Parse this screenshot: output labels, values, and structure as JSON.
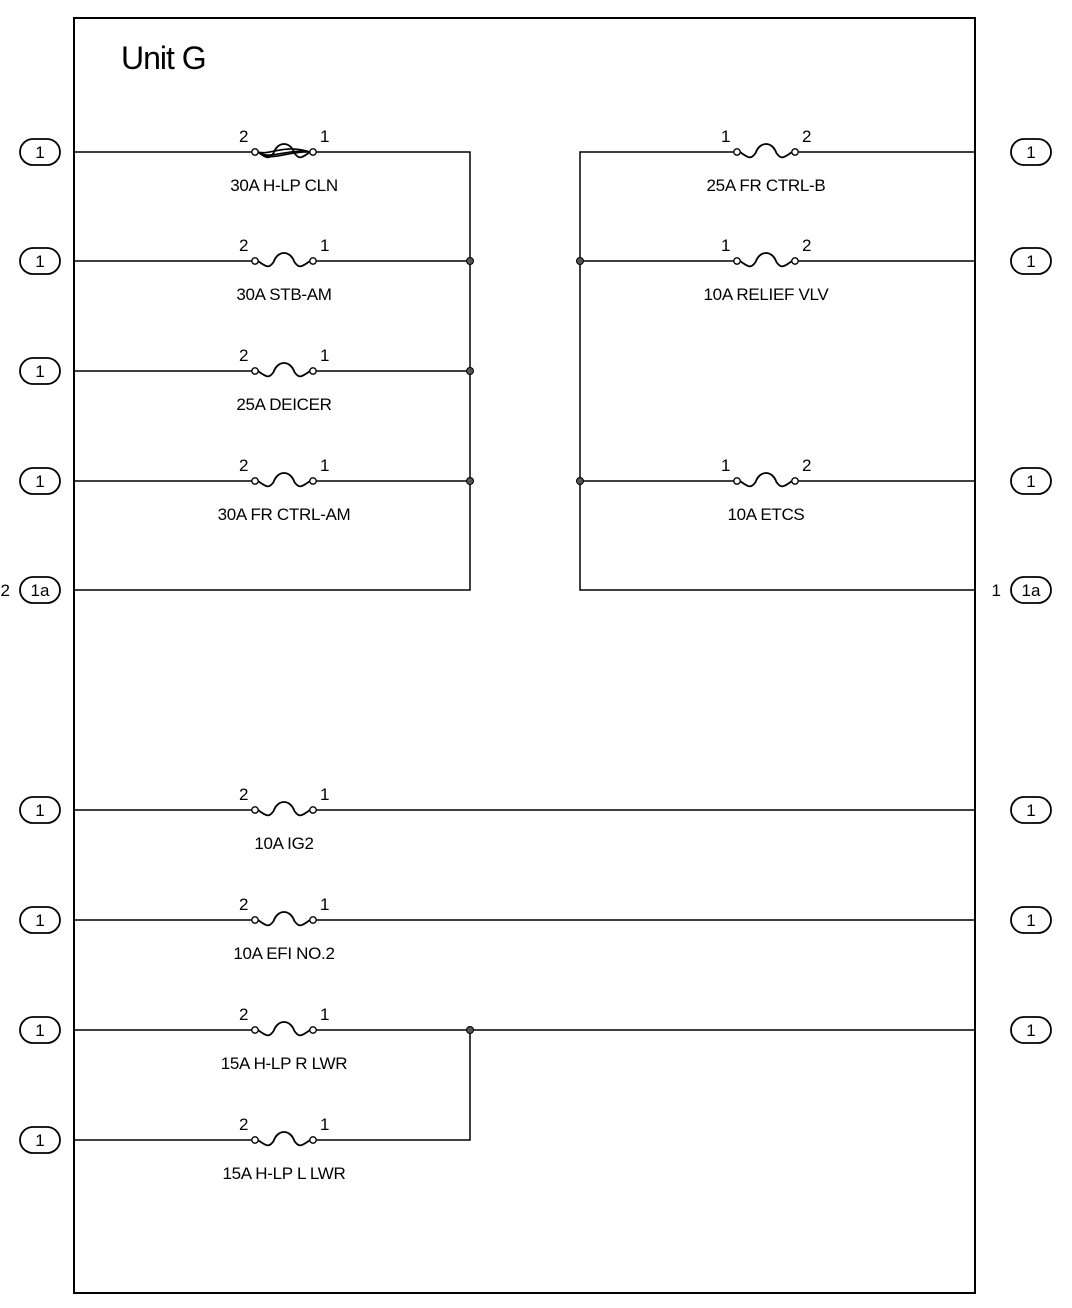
{
  "unit_title": "Unit G",
  "fuse_pin_labels": {
    "one": "1",
    "two": "2"
  },
  "fuses": [
    {
      "id": "hlp-cln",
      "rating_label": "30A H-LP CLN",
      "multi_strand": true
    },
    {
      "id": "stb-am",
      "rating_label": "30A STB-AM"
    },
    {
      "id": "deicer",
      "rating_label": "25A DEICER"
    },
    {
      "id": "fr-ctrl-am",
      "rating_label": "30A FR CTRL-AM"
    },
    {
      "id": "fr-ctrl-b",
      "rating_label": "25A FR CTRL-B"
    },
    {
      "id": "relief-vlv",
      "rating_label": "10A RELIEF VLV"
    },
    {
      "id": "etcs",
      "rating_label": "10A ETCS"
    },
    {
      "id": "ig2",
      "rating_label": "10A IG2"
    },
    {
      "id": "efi-no2",
      "rating_label": "10A EFI NO.2"
    },
    {
      "id": "hlp-r-lwr",
      "rating_label": "15A H-LP R LWR"
    },
    {
      "id": "hlp-l-lwr",
      "rating_label": "15A H-LP L LWR"
    }
  ],
  "connectors": {
    "standard_label": "1",
    "bus_label": "1a",
    "left_bus_pin": "2",
    "right_bus_pin": "1"
  },
  "colors": {
    "line": "#000000",
    "background": "#ffffff"
  }
}
